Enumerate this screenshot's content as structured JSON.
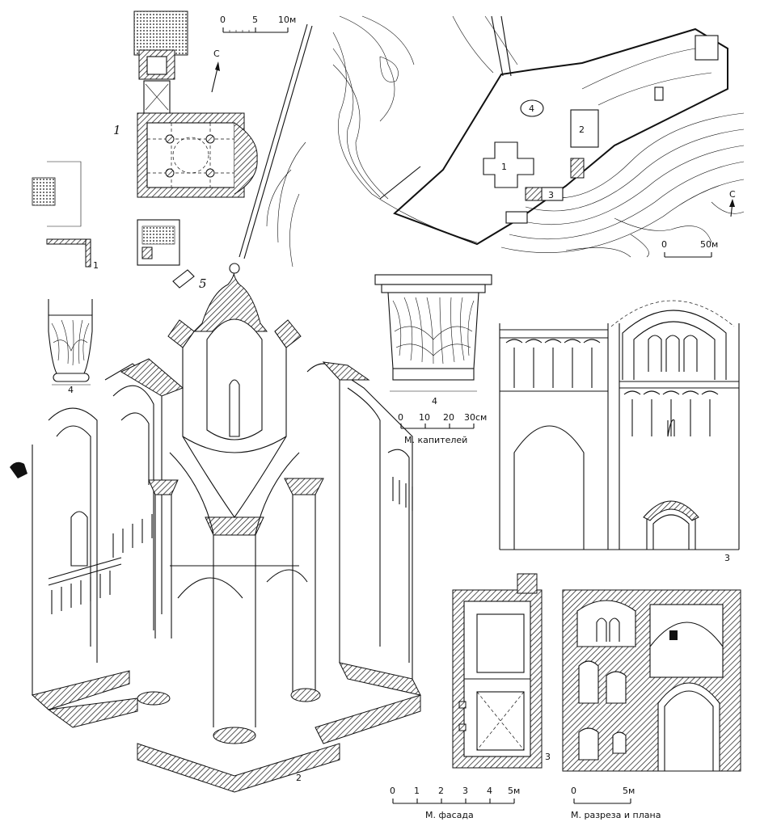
{
  "panels": {
    "site_plan_small": {
      "number": "1",
      "fragment_number": "1",
      "element_number": "5",
      "north": "С",
      "scale": {
        "ticks": [
          "0",
          "5",
          "10м"
        ]
      }
    },
    "site_plan_large": {
      "building_numbers": [
        "1",
        "2",
        "3",
        "4"
      ],
      "north": "С",
      "scale": {
        "ticks": [
          "0",
          "50м"
        ]
      }
    },
    "axonometric": {
      "number": "2"
    },
    "capitals": {
      "left_number": "4",
      "right_number": "4",
      "scale": {
        "ticks": [
          "0",
          "10",
          "20",
          "30см"
        ],
        "caption": "М. капителей"
      }
    },
    "facade_elevation": {
      "number": "3"
    },
    "section_plan": {
      "number": "3",
      "facade_scale": {
        "ticks": [
          "0",
          "1",
          "2",
          "3",
          "4",
          "5м"
        ],
        "caption": "М. фасада"
      },
      "section_scale": {
        "ticks": [
          "0",
          "5м"
        ],
        "caption": "М. разреза и плана"
      }
    }
  }
}
